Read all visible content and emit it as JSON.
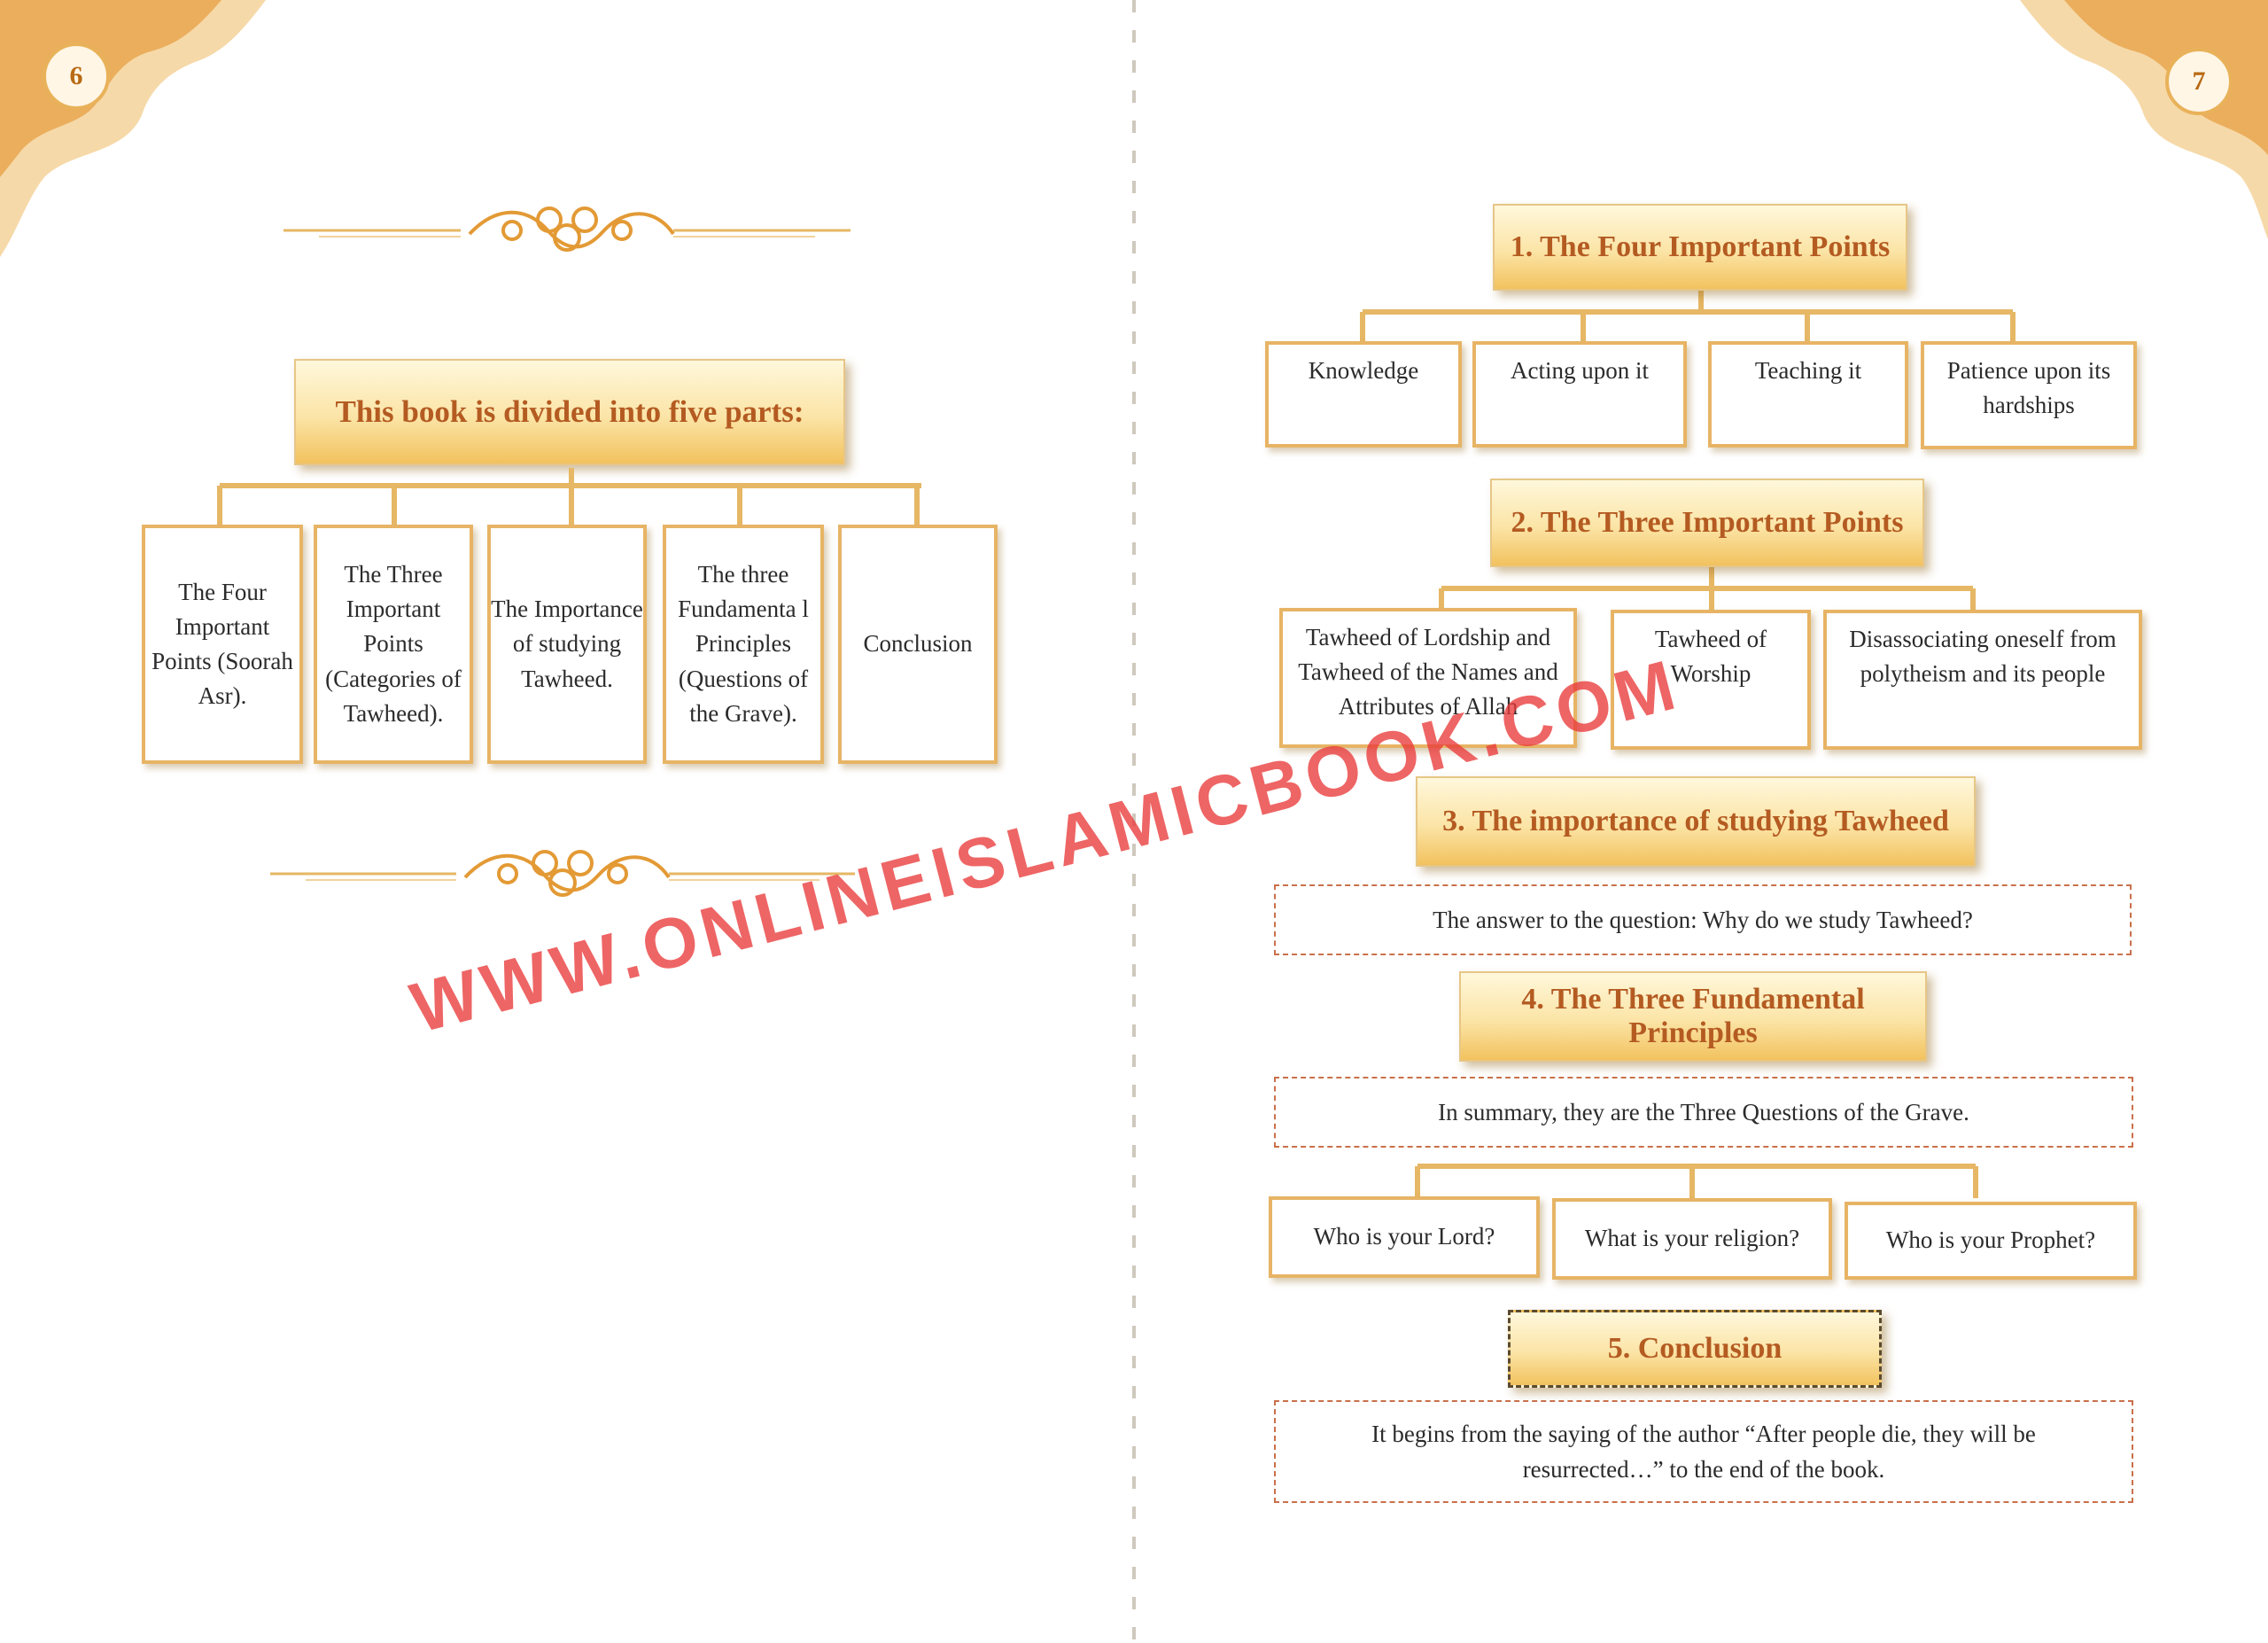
{
  "page_left": {
    "number": "6",
    "title": "This book is divided into five parts:",
    "parts": [
      "The Four Important Points (Soorah Asr).",
      "The Three Important Points (Categories of Tawheed).",
      "The Importance of studying Tawheed.",
      "The three Fundamenta l Principles (Questions of the Grave).",
      "Conclusion"
    ]
  },
  "page_right": {
    "number": "7",
    "section1": {
      "title": "1. The Four Important Points",
      "items": [
        "Knowledge",
        "Acting upon it",
        "Teaching it",
        "Patience upon its hardships"
      ]
    },
    "section2": {
      "title": "2. The Three Important Points",
      "items": [
        "Tawheed of Lordship and Tawheed of the Names and Attributes of Allah",
        "Tawheed of Worship",
        "Disassociating oneself from polytheism and its people"
      ]
    },
    "section3": {
      "title": "3. The importance of studying Tawheed",
      "note": "The answer to the question: Why do we study Tawheed?"
    },
    "section4": {
      "title": "4. The Three Fundamental Principles",
      "note": "In summary, they are the Three Questions of the Grave.",
      "items": [
        "Who is your Lord?",
        "What is your religion?",
        "Who is your Prophet?"
      ]
    },
    "section5": {
      "title": "5. Conclusion",
      "note": "It begins from the saying of the author “After people die, they will be resurrected…” to the end of the book."
    }
  },
  "watermark": "WWW.ONLINEISLAMICBOOK.COM",
  "colors": {
    "accent": "#b45b22",
    "gold": "#e7b465",
    "connector": "#e6b765",
    "dash": "#c9704a",
    "watermark": "#e93a3a"
  }
}
